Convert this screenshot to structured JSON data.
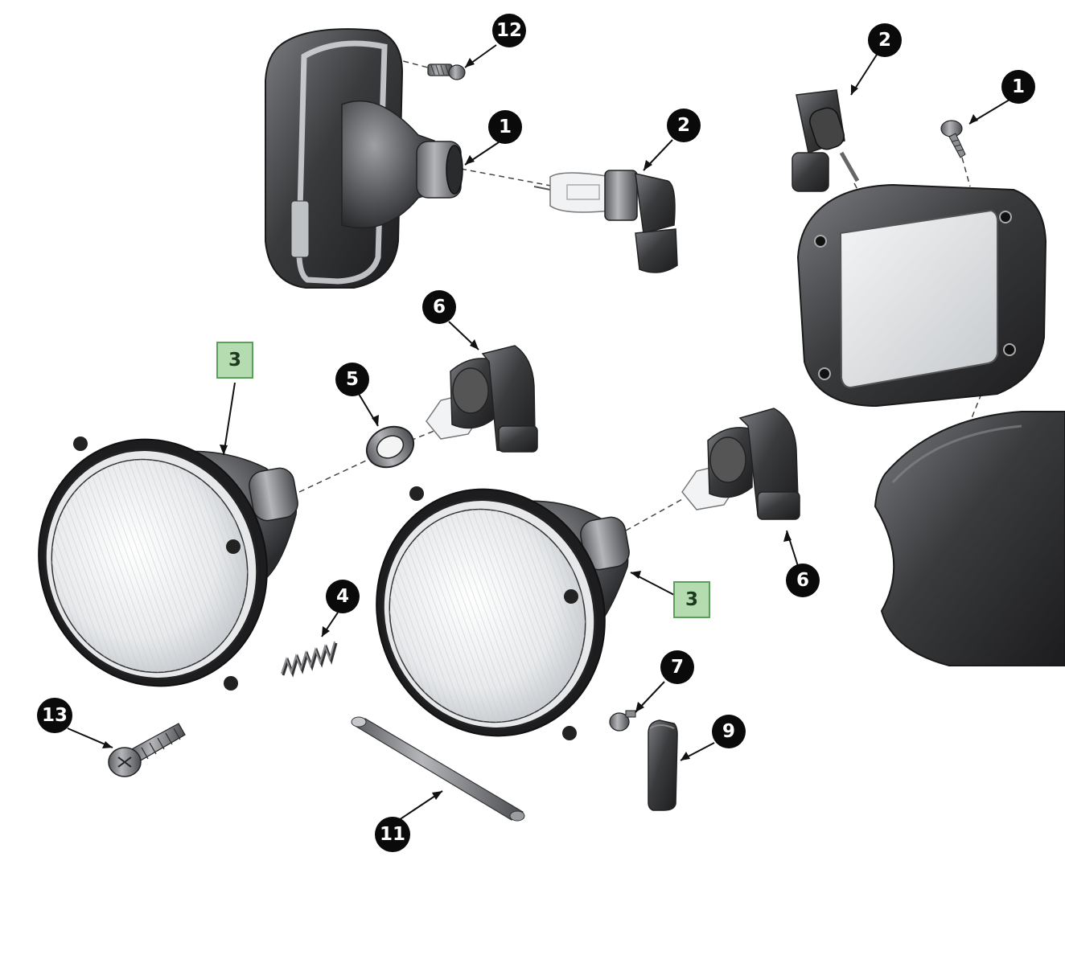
{
  "colors": {
    "background": "#ffffff",
    "part_dark": "#3a3b3d",
    "part_mid": "#6a6c70",
    "part_light": "#a8aaae",
    "lens": "#eef0f1",
    "callout_fill": "#0a0a0a",
    "callout_text": "#ffffff",
    "boxed_callout_fill": "#b5dcb0",
    "boxed_callout_border": "#5aa05a",
    "leader_line": "#111111",
    "dashed_line": "#444444"
  },
  "callouts": {
    "c12_top": "12",
    "c1_top_center": "1",
    "c2_top_center": "2",
    "c2_top_right": "2",
    "c1_top_right": "1",
    "c6_middle": "6",
    "c5": "5",
    "c3_left_boxed": "3",
    "c3_right_boxed": "3",
    "c6_right": "6",
    "c4": "4",
    "c7": "7",
    "c9": "9",
    "c13": "13",
    "c11": "11"
  },
  "parts": {
    "rect_housing": "rectangular-headlamp-housing",
    "bulb_h11": "halogen-bulb",
    "socket_small": "bulb-socket",
    "square_lamp": "square-lamp-assembly",
    "cover": "housing-cover",
    "round_lamp_left": "round-headlamp",
    "round_lamp_right": "round-headlamp",
    "spring": "adjuster-spring",
    "washer": "sealing-ring",
    "screw": "mounting-screw",
    "pin": "hinge-pin",
    "clip": "retaining-clip"
  }
}
